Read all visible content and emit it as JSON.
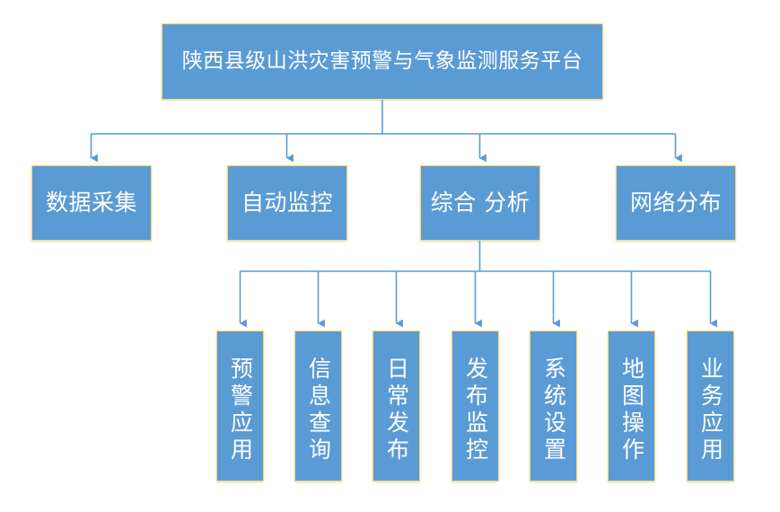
{
  "diagram": {
    "type": "org-chart",
    "title_node": {
      "label": "陕西县级山洪灾害预警与气象监测服务平台"
    },
    "level2": [
      {
        "label": "数据采集"
      },
      {
        "label": "自动监控"
      },
      {
        "label": "综合 分析"
      },
      {
        "label": "网络分布"
      }
    ],
    "level3": [
      {
        "label": "预警应用"
      },
      {
        "label": "信息查询"
      },
      {
        "label": "日常发布"
      },
      {
        "label": "发布监控"
      },
      {
        "label": "系统设置"
      },
      {
        "label": "地图操作"
      },
      {
        "label": "业务应用"
      }
    ],
    "colors": {
      "node_fill": "#5b9bd5",
      "node_border": "#ffd966",
      "node_text": "#ffffff",
      "connector": "#5b9bd5",
      "background": "#ffffff"
    }
  }
}
